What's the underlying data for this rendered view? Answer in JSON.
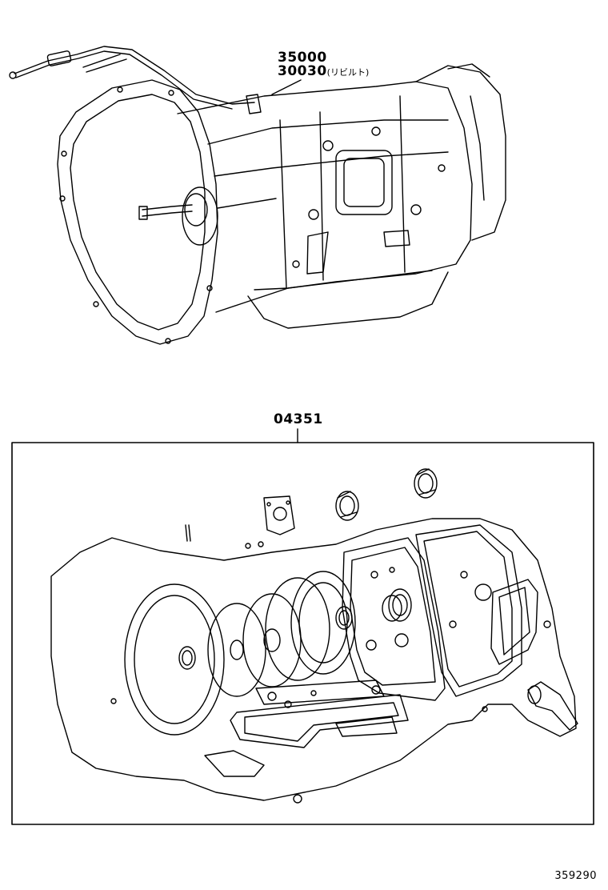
{
  "callouts": {
    "assembly_primary": "35000",
    "assembly_rebuilt": "30030",
    "assembly_rebuilt_note": "(リビルト)",
    "gasket_kit": "04351"
  },
  "figure_number": "359290",
  "colors": {
    "line": "#000000",
    "background": "#ffffff"
  }
}
